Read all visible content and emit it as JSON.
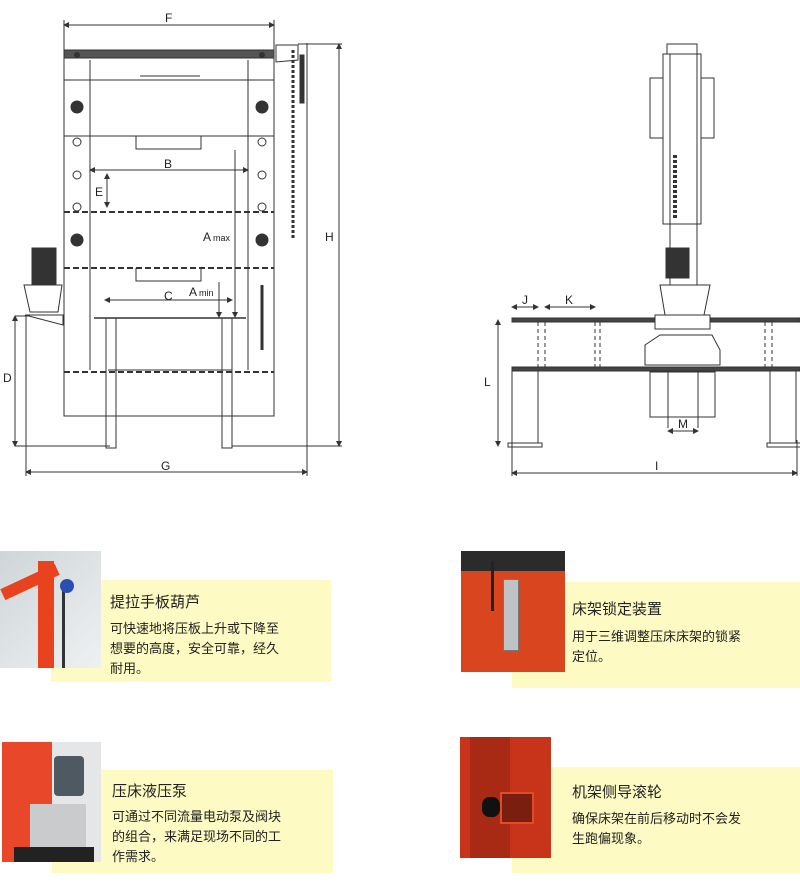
{
  "drawing": {
    "front_labels": {
      "F": "F",
      "B": "B",
      "E": "E",
      "A_max": "A",
      "A_max_sub": "max",
      "C": "C",
      "A_min": "A",
      "A_min_sub": "min",
      "D": "D",
      "G": "G",
      "H": "H"
    },
    "side_labels": {
      "J": "J",
      "K": "K",
      "L": "L",
      "M": "M",
      "I": "I"
    }
  },
  "features": [
    {
      "title": "提拉手板葫芦",
      "lines": [
        "可快速地将压板上升或下降至",
        "想要的高度，安全可靠，经久",
        "耐用。"
      ]
    },
    {
      "title": "床架锁定装置",
      "lines": [
        "用于三维调整压床床架的锁紧",
        "定位。"
      ]
    },
    {
      "title": "压床液压泵",
      "lines": [
        "可通过不同流量电动泵及阀块",
        "的组合，来满足现场不同的工",
        "作需求。"
      ]
    },
    {
      "title": "机架侧导滚轮",
      "lines": [
        "确保床架在前后移动时不会发",
        "生跑偏现象。"
      ]
    }
  ],
  "colors": {
    "frame": "#e8431e",
    "note_bg": "#fdfbc3",
    "line": "#333333"
  }
}
